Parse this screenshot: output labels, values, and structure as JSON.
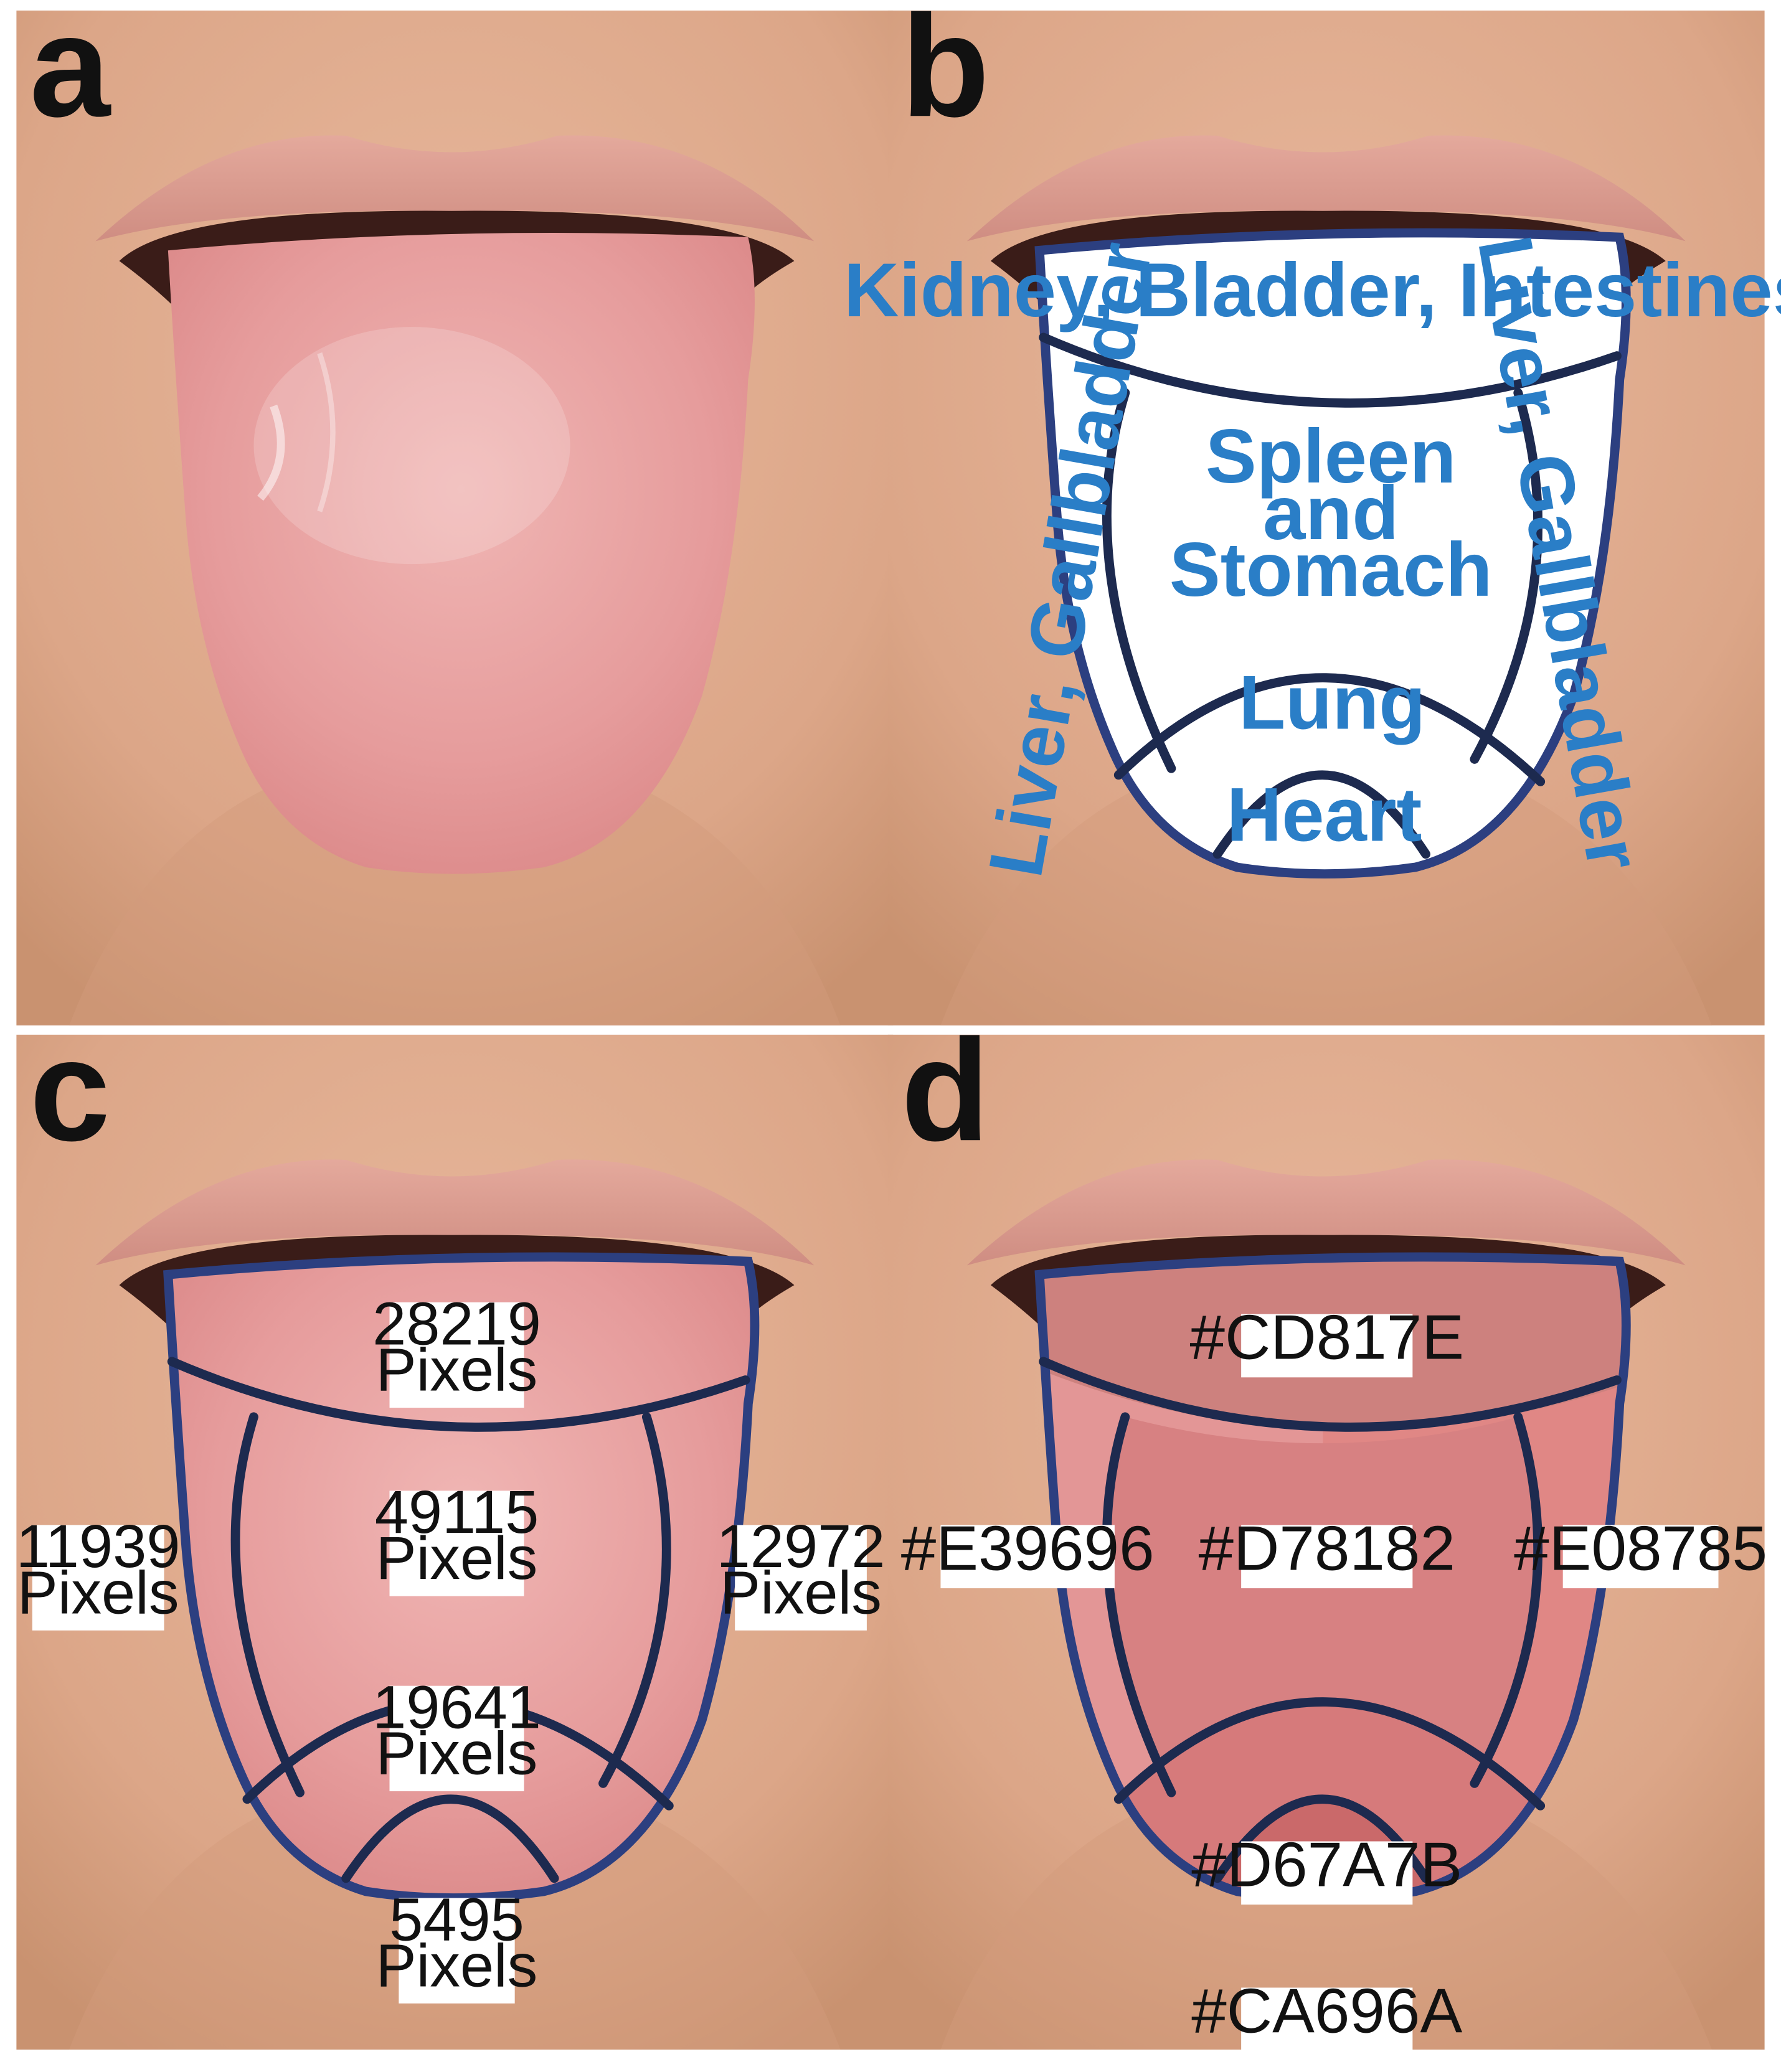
{
  "panels": {
    "a": {
      "letter": "a"
    },
    "b": {
      "letter": "b",
      "zones": {
        "kidney": "Kidney, Bladder, Intestines",
        "liver_left": "Liver, Gallbladder",
        "liver_right": "Liver, Gallbladder",
        "spleen_line1": "Spleen",
        "spleen_line2": "and",
        "spleen_line3": "Stomach",
        "lung": "Lung",
        "heart": "Heart"
      }
    },
    "c": {
      "letter": "c",
      "pixel_counts": {
        "kidney": {
          "value": "28219",
          "unit": "Pixels"
        },
        "spleen": {
          "value": "49115",
          "unit": "Pixels"
        },
        "liver_left": {
          "value": "11939",
          "unit": "Pixels"
        },
        "liver_right": {
          "value": "12972",
          "unit": "Pixels"
        },
        "lung": {
          "value": "19641",
          "unit": "Pixels"
        },
        "heart": {
          "value": "5495",
          "unit": "Pixels"
        }
      }
    },
    "d": {
      "letter": "d",
      "zone_colors": {
        "kidney": "#CD817E",
        "spleen": "#D78182",
        "liver_left": "#E39696",
        "liver_right": "#E08785",
        "lung": "#D67A7B",
        "heart": "#CA696A"
      }
    }
  },
  "colors": {
    "skin": "#e0ad8f",
    "skin_dark": "#c9906e",
    "lip": "#d99a8f",
    "mouth": "#3a1c18",
    "tongue": "#e8a3a3",
    "tongue_shade": "#d98888",
    "zone_line": "#1d2a4f",
    "outline": "#2c3f80",
    "zone_label": "#2a7ec7"
  }
}
